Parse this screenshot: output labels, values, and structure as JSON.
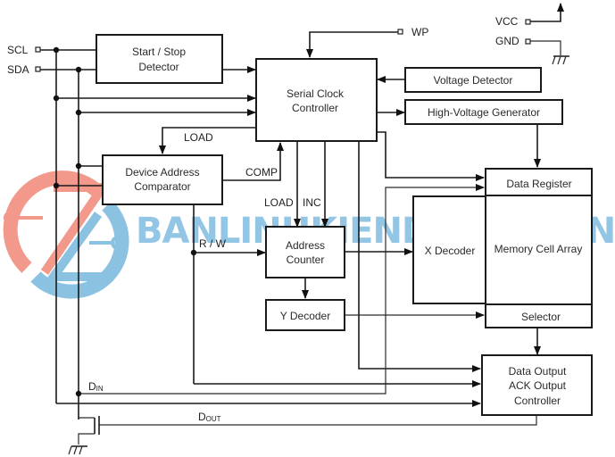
{
  "pins": {
    "scl": "SCL",
    "sda": "SDA",
    "wp": "WP",
    "vcc": "VCC",
    "gnd": "GND"
  },
  "blocks": {
    "start_stop": [
      "Start / Stop",
      "Detector"
    ],
    "serial_clock": [
      "Serial Clock",
      "Controller"
    ],
    "voltage_detector": [
      "Voltage Detector"
    ],
    "hv_generator": [
      "High-Voltage Generator"
    ],
    "device_addr": [
      "Device Address",
      "Comparator"
    ],
    "address_counter": [
      "Address",
      "Counter"
    ],
    "y_decoder": [
      "Y Decoder"
    ],
    "x_decoder": [
      "X Decoder"
    ],
    "data_register": [
      "Data Register"
    ],
    "memory_array": [
      "Memory Cell Array"
    ],
    "selector": [
      "Selector"
    ],
    "data_output": [
      "Data Output",
      "ACK Output",
      "Controller"
    ]
  },
  "signals": {
    "load_top": "LOAD",
    "comp": "COMP",
    "load": "LOAD",
    "inc": "INC",
    "rw": "R / W",
    "din_main": "D",
    "din_sub": "IN",
    "dout_main": "D",
    "dout_sub": "OUT"
  },
  "watermark": {
    "text": "BANLINHKIENDIENTU.VN",
    "colors": {
      "red": "#f08070",
      "blue": "#6fb3dc"
    }
  }
}
